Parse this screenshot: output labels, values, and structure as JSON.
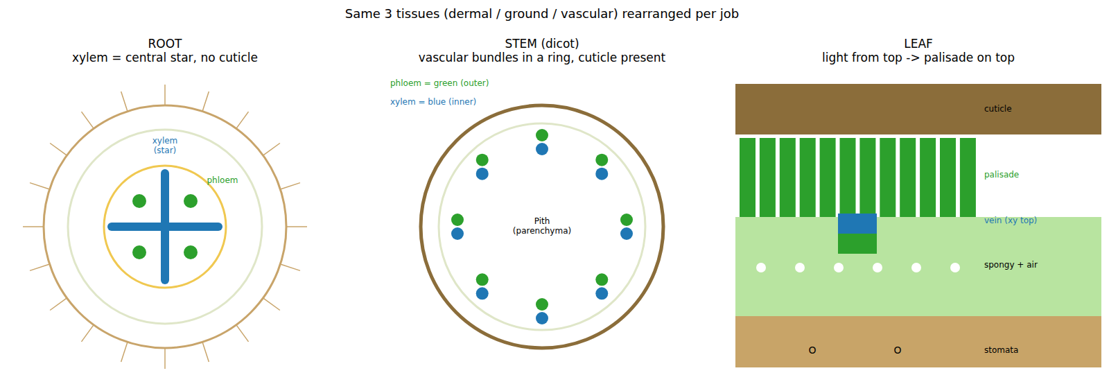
{
  "diagram": {
    "title": "Same 3 tissues (dermal / ground / vascular) rearranged per job",
    "nodes": [
      {
        "text": [
          "xylem (star)",
          "phloem"
        ]
      },
      {
        "text": [
          "Pith (parenchyma)"
        ]
      },
      {
        "text": [
          "cuticle"
        ]
      },
      {
        "text": [
          "vein (xy top)",
          "spongy + air"
        ]
      },
      {
        "text": [
          "O",
          "O",
          "stomata"
        ]
      }
    ],
    "labels": [
      "ROOT",
      "xylem = central star, no cuticle",
      "STEM (dicot)",
      "vascular bundles in a ring, cuticle present",
      "LEAF",
      "light from top -> palisade on top",
      "phloem = green (outer)",
      "xylem = blue (inner)",
      "palisade"
    ]
  }
}
